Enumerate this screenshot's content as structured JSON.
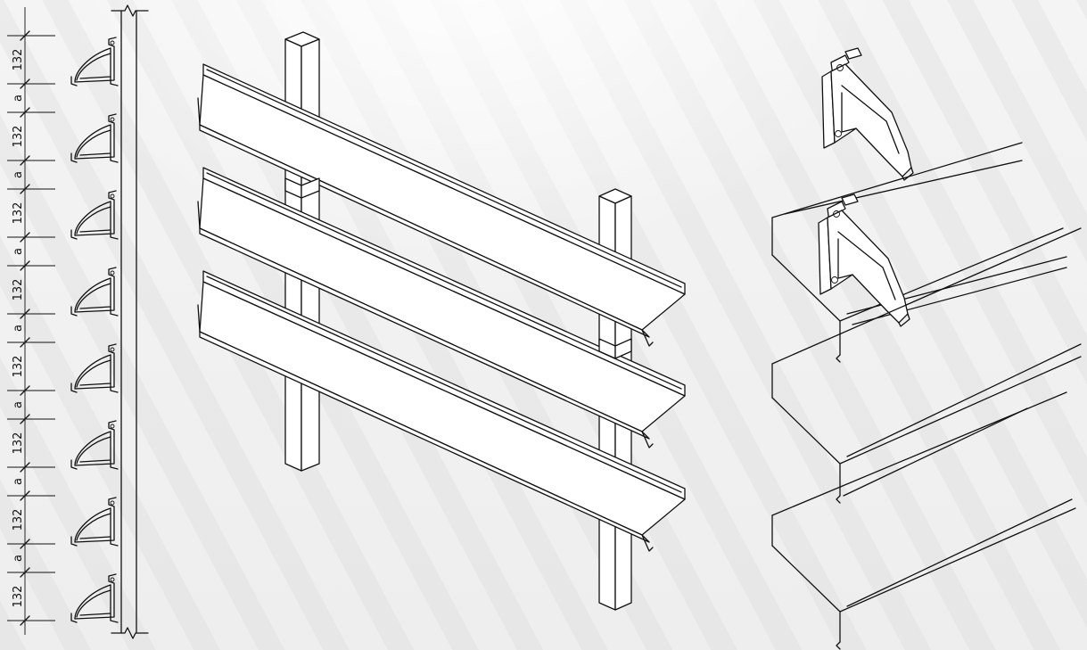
{
  "dimensions": {
    "unit_label": "132",
    "gap_label": "a",
    "sequence": [
      "132",
      "a",
      "132",
      "a",
      "132",
      "a",
      "132",
      "a",
      "132",
      "a",
      "132",
      "a",
      "132",
      "a",
      "132"
    ]
  },
  "colors": {
    "line": "#111111",
    "fill": "#ffffff",
    "background": "#efefef"
  },
  "views": [
    "elevation-section",
    "isometric-assembly",
    "bracket-detail"
  ]
}
